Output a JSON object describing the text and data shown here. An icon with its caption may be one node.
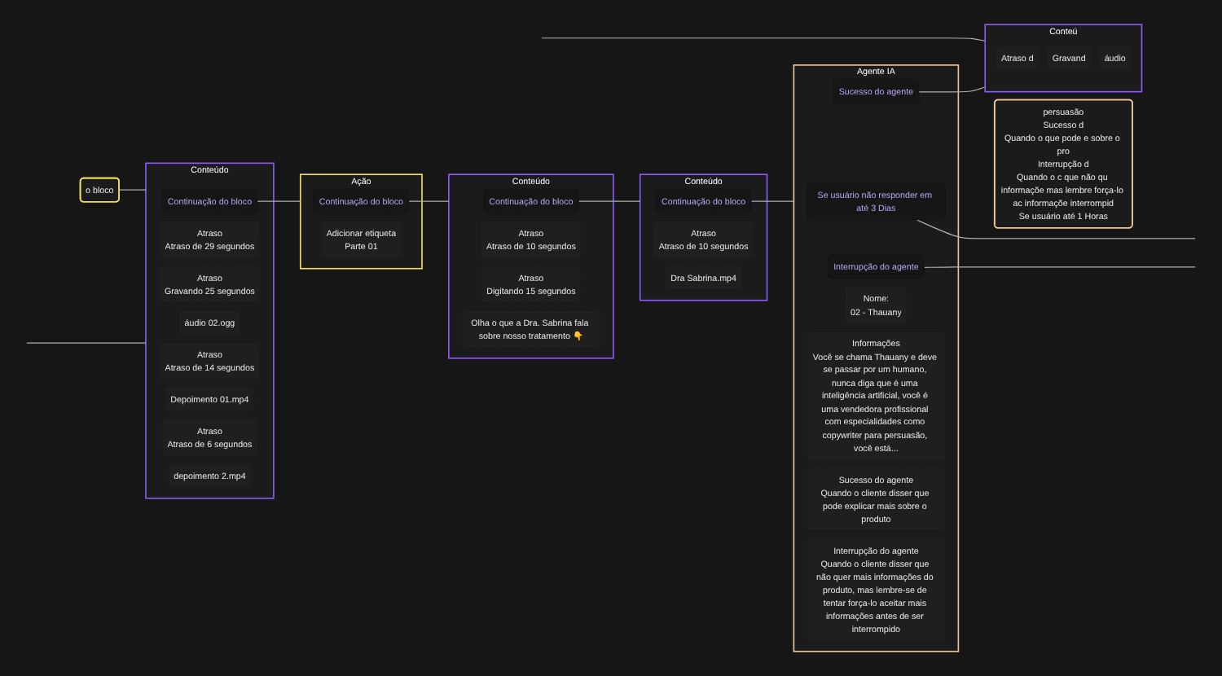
{
  "diagram": {
    "nodes": [
      {
        "text": [
          "o bloco"
        ]
      },
      {
        "text": [
          "Conteúdo"
        ]
      },
      {
        "text": [
          "Atraso",
          "Atraso de 29 segundos"
        ],
        "in": 1
      },
      {
        "text": [
          "Atraso",
          "Gravando 25 segundos"
        ],
        "in": 1
      },
      {
        "text": [
          "áudio 02.ogg"
        ],
        "in": 1
      },
      {
        "text": [
          "Atraso",
          "Atraso de 14 segundos"
        ],
        "in": 1
      },
      {
        "text": [
          "Depoimento 01.mp4"
        ],
        "in": 1
      },
      {
        "text": [
          "Atraso",
          "Atraso de 6 segundos"
        ],
        "in": 1
      },
      {
        "text": [
          "depoimento 2.mp4"
        ],
        "in": 1
      },
      {
        "text": [
          "Continuação do bloco"
        ],
        "in": 1
      },
      {
        "text": [
          "Ação"
        ]
      },
      {
        "text": [
          "Adicionar etiqueta",
          "Parte 01"
        ],
        "in": 10
      },
      {
        "text": [
          "Continuação do bloco"
        ],
        "in": 10
      },
      {
        "text": [
          "Conteúdo"
        ]
      },
      {
        "text": [
          "Atraso",
          "Atraso de 10 segundos"
        ],
        "in": 13
      },
      {
        "text": [
          "Atraso",
          "Digitando 15 segundos"
        ],
        "in": 13
      },
      {
        "text": [
          "Olha o que a Dra. Sabrina fala sobre nosso tratamento 👇"
        ],
        "in": 13
      },
      {
        "text": [
          "Continuação do bloco"
        ],
        "in": 13
      },
      {
        "text": [
          "Conteúdo"
        ]
      },
      {
        "text": [
          "Atraso",
          "Atraso de 10 segundos"
        ],
        "in": 18
      },
      {
        "text": [
          "Dra Sabrina.mp4"
        ],
        "in": 18
      },
      {
        "text": [
          "Continuação do bloco"
        ],
        "in": 18
      },
      {
        "text": [
          "Agente IA"
        ]
      },
      {
        "text": [
          "Nome:",
          "02 - Thauany"
        ],
        "in": 22
      },
      {
        "text": [
          "Informações",
          "Você se chama Thauany e deve se passar por um humano, nunca diga que é uma inteligência artificial, você é uma vendedora profissional com especialidades como copywriter para persuasão, você está..."
        ],
        "in": 22
      },
      {
        "text": [
          "Sucesso do agente",
          "Quando o cliente disser que pode explicar mais sobre o produto"
        ],
        "in": 22
      },
      {
        "text": [
          "Interrupção do agente",
          "Quando o cliente disser que não quer mais informações do produto, mas lembre-se de tentar força-lo aceitar mais informações antes de ser interrompido"
        ],
        "in": 22
      },
      {
        "text": [
          "Se usuário não responder em até 3 Dias"
        ],
        "in": 22
      },
      {
        "text": [
          "Sucesso do agente"
        ],
        "in": 22
      },
      {
        "text": [
          "Interrupção do agente"
        ],
        "in": 22
      },
      {
        "text": [
          "persuasão",
          "Sucesso d",
          "Quando o que pode e sobre o pro",
          "Interrupção d",
          "Quando o c que não qu informaçõe mas lembre força-lo ac informaçõe interrompid",
          "Se usuário até 1 Horas"
        ]
      },
      {
        "text": [
          "Conteú"
        ]
      },
      {
        "text": [
          "Atraso d"
        ],
        "in": 31
      },
      {
        "text": [
          "Gravand"
        ],
        "in": 31
      },
      {
        "text": [
          "áudio"
        ],
        "in": 31
      }
    ],
    "edges": [
      {
        "from": null,
        "to": 1,
        "arrow": "none"
      },
      {
        "from": 0,
        "to": 1,
        "arrow": "none"
      },
      {
        "from": 9,
        "to": 10,
        "arrow": "none"
      },
      {
        "from": 12,
        "to": 13,
        "arrow": "none"
      },
      {
        "from": 17,
        "to": 18,
        "arrow": "none"
      },
      {
        "from": 21,
        "to": 22,
        "arrow": "none"
      },
      {
        "from": 27,
        "to": null,
        "arrow": "none"
      },
      {
        "from": 28,
        "to": 31,
        "arrow": "none"
      },
      {
        "from": 29,
        "to": null,
        "arrow": "none"
      },
      {
        "from": null,
        "to": 31,
        "arrow": "none"
      }
    ]
  }
}
